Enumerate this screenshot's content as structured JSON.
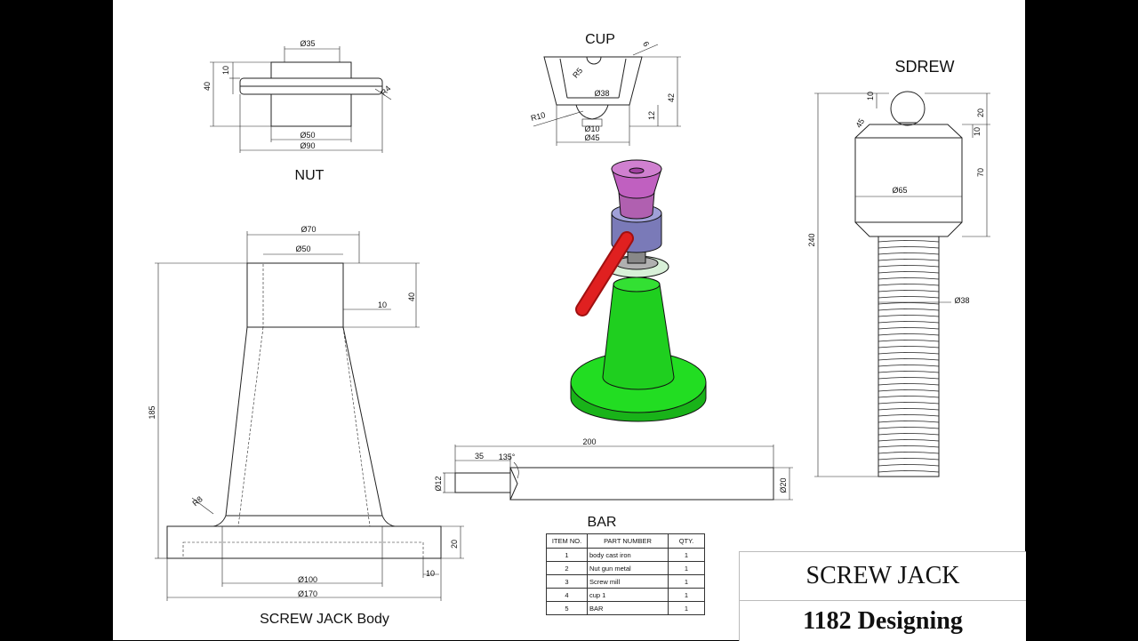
{
  "views": {
    "nut": {
      "title": "NUT",
      "dims": {
        "d35": "Ø35",
        "d50": "Ø50",
        "d90": "Ø90",
        "h10": "10",
        "h40": "40",
        "r4": "R4"
      }
    },
    "cup": {
      "title": "CUP",
      "dims": {
        "d38": "Ø38",
        "d10": "Ø10",
        "d45": "Ø45",
        "r5": "R5",
        "r10": "R10",
        "h6": "6",
        "h42": "42",
        "h12": "12"
      }
    },
    "screw": {
      "title": "SDREW",
      "dims": {
        "h10": "10",
        "h20": "20",
        "h10b": "10",
        "h70": "70",
        "h240": "240",
        "d65": "Ø65",
        "d38": "Ø38",
        "a45": "45"
      }
    },
    "body": {
      "title": "SCREW JACK Body",
      "dims": {
        "d70": "Ø70",
        "d50": "Ø50",
        "h40": "40",
        "w10": "10",
        "h185": "185",
        "r8": "R8",
        "h20": "20",
        "d100": "Ø100",
        "d170": "Ø170",
        "w10b": "10"
      }
    },
    "bar": {
      "title": "BAR",
      "dims": {
        "l200": "200",
        "l35": "35",
        "a135": "135°",
        "d12": "Ø12",
        "d20": "Ø20"
      }
    }
  },
  "bom": {
    "headers": [
      "ITEM NO.",
      "PART NUMBER",
      "QTY."
    ],
    "rows": [
      [
        "1",
        "body cast iron",
        "1"
      ],
      [
        "2",
        "Nut gun metal",
        "1"
      ],
      [
        "3",
        "Screw mill",
        "1"
      ],
      [
        "4",
        "cup 1",
        "1"
      ],
      [
        "5",
        "BAR",
        "1"
      ]
    ]
  },
  "title_block": {
    "title": "SCREW JACK",
    "subtitle": "1182 Designing"
  },
  "colors": {
    "cup": "#c060c0",
    "screw_head": "#8a8ac8",
    "body": "#1fcf1f",
    "bar": "#e02020",
    "nut": "#c8e8c8"
  }
}
